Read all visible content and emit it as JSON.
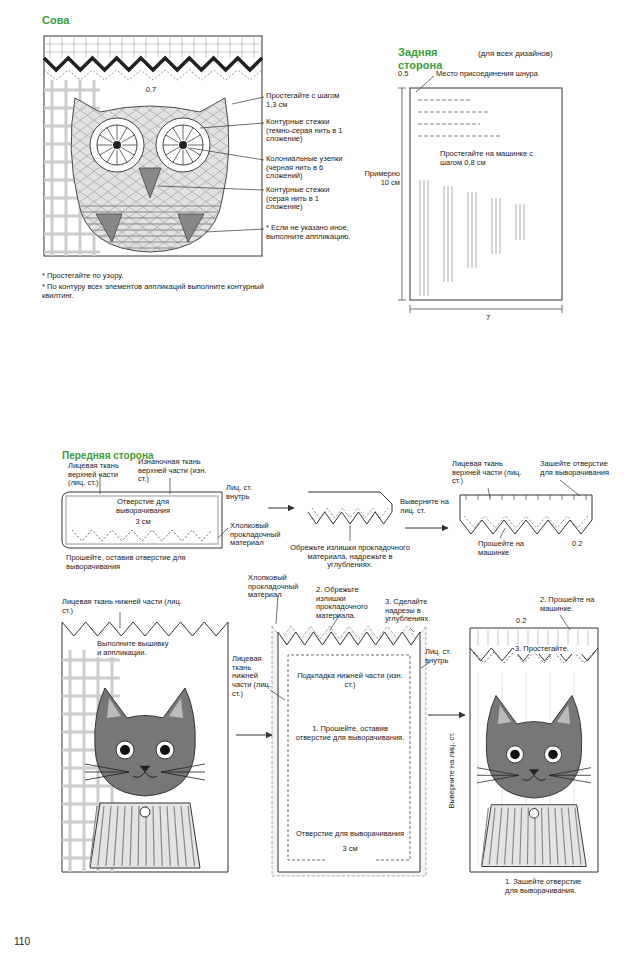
{
  "diagram": {
    "labels": [
      "Сова",
      "0.7",
      "Простегайте с шагом 1,3 см",
      "Контурные стежки (темно-серая нить в 1 сложение)",
      "Колониальные узелки (черная нить в 6 сложений)",
      "Контурные стежки (серая нить в 1 сложение)",
      "* Если не указано иное, выполните аппликацию.",
      "* Простегайте по узору.",
      "* По контуру всех элементов аппликаций выполните контурный квилтинг.",
      "Задняя сторона",
      "(для всех дизайнов)",
      "0.5",
      "Место присоединения шнура",
      "Простегайте на машинке с шагом 0,8 см",
      "Примерно 10 см",
      "7",
      "Передняя сторона",
      "Лицевая ткань верхней части (лиц. ст.)",
      "Изнаночная ткань верхней части (изн. ст.)",
      "Лиц. ст. внутрь",
      "Отверстие для выворачивания",
      "3 см",
      "Хлопковый прокладочный материал",
      "Прошейте, оставив отверстие для выворачивания",
      "Обрежьте излишки прокладочного материала, надрежьте в углублениях.",
      "Выверните на лиц. ст.",
      "Лицевая ткань верхней части (лиц. ст.)",
      "Зашейте отверстие для выворачивания",
      "Прошейте на машинке",
      "0.2",
      "Лицевая ткань нижней части (лиц. ст.)",
      "Выполните вышивку и аппликации.",
      "Хлопковый прокладочный материал",
      "2. Обрежьте излишки прокладочного материала.",
      "3. Сделайте надрезы в углублениях.",
      "Лицевая ткань нижней части (лиц. ст.)",
      "Лиц. ст. внутрь",
      "Подкладка нижней части (изн. ст.)",
      "1. Прошейте, оставив отверстие для выворачивания.",
      "Отверстие для выворачивания",
      "3 см",
      "Выверните на лиц. ст.",
      "2. Прошейте на машинке.",
      "0.2",
      "3. Простегайте.",
      "1. Зашейте отверстие для выворачивания.",
      "110"
    ]
  }
}
